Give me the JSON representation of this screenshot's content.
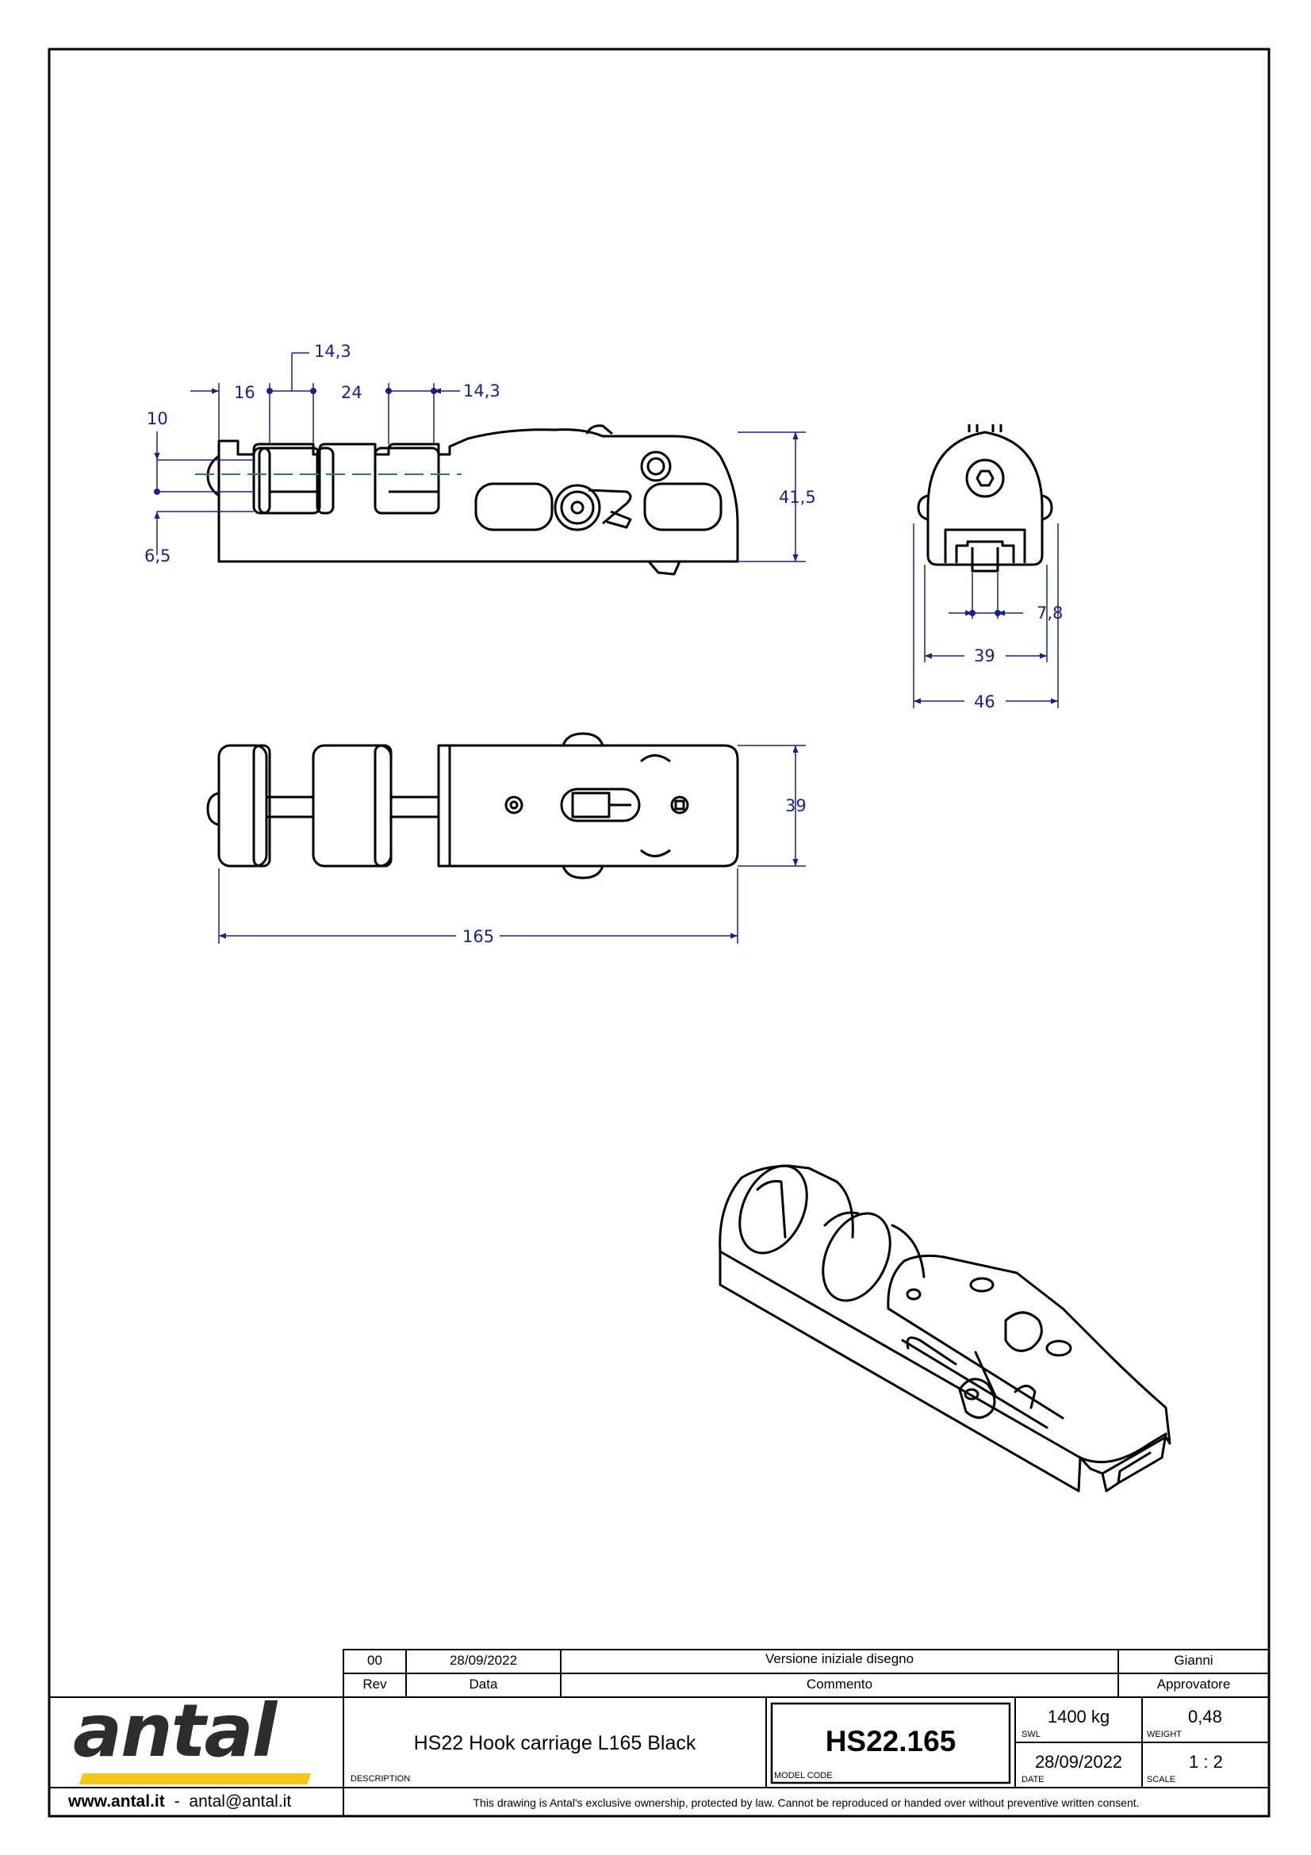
{
  "drawing": {
    "dimensions": {
      "side_view": [
        "14,3",
        "16",
        "24",
        "14,3",
        "10",
        "6,5",
        "41,5"
      ],
      "top_view": [
        "39",
        "165"
      ],
      "end_view": [
        "7,8",
        "39",
        "46"
      ]
    }
  },
  "revision_table": {
    "row": {
      "rev": "00",
      "date": "28/09/2022",
      "comment": "Versione iniziale disegno",
      "approver": "Gianni"
    },
    "headers": {
      "rev": "Rev",
      "date": "Data",
      "comment": "Commento",
      "approver": "Approvatore"
    }
  },
  "title_block": {
    "logo_text": "antal",
    "description": "HS22 Hook carriage L165 Black",
    "description_label": "DESCRIPTION",
    "model_code": "HS22.165",
    "model_code_label": "MODEL CODE",
    "swl": "1400 kg",
    "swl_label": "SWL",
    "weight": "0,48",
    "weight_label": "WEIGHT",
    "date": "28/09/2022",
    "date_label": "DATE",
    "scale": "1 : 2",
    "scale_label": "SCALE",
    "website": "www.antal.it",
    "separator": "-",
    "email": "antal@antal.it",
    "legal_notice": "This drawing is Antal's exclusive ownership, protected by law. Cannot be reproduced or handed over without preventive written consent."
  },
  "colors": {
    "dimension": "#1a237e",
    "centerline": "#2e7d5b",
    "logo_accent": "#f4c81a",
    "logo_text": "#2d2d2d"
  }
}
